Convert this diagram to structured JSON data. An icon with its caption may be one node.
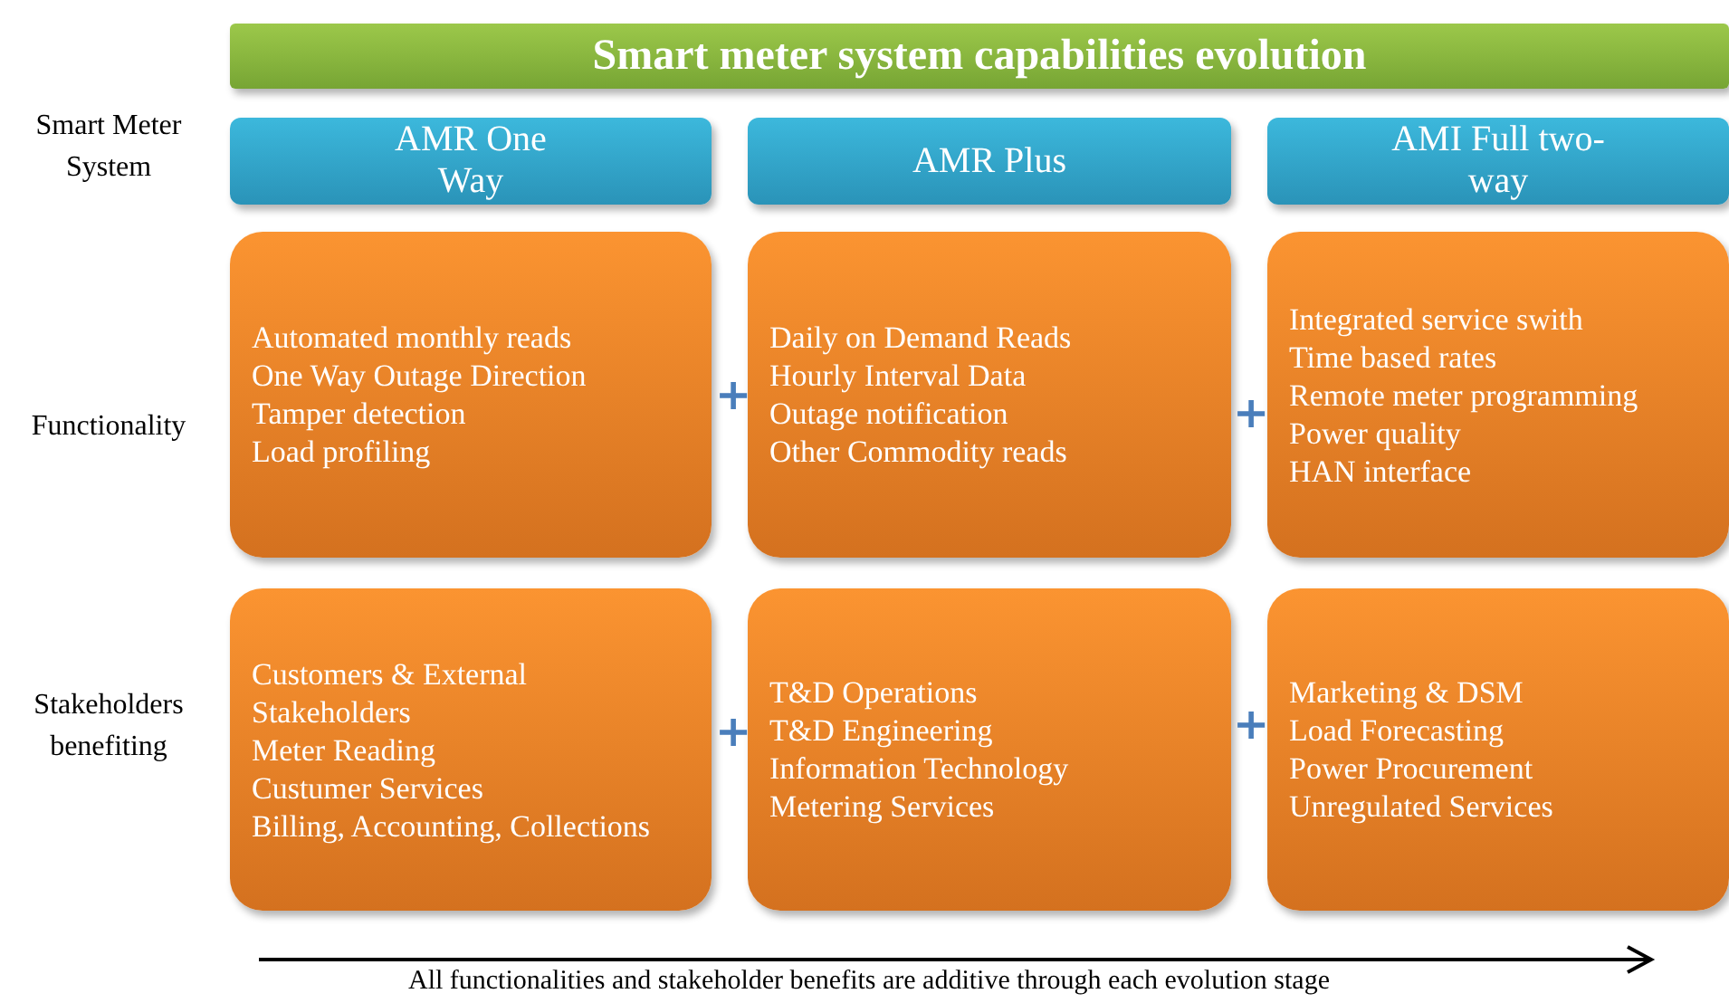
{
  "diagram": {
    "caption": "All functionalities and stakeholder benefits are additive through each evolution stage",
    "nodes": [
      {
        "text": [
          "Smart meter system capabilities evolution"
        ]
      },
      {
        "text": [
          "AMR One Way"
        ]
      },
      {
        "text": [
          "AMR Plus"
        ]
      },
      {
        "text": [
          "AMI Full two-way"
        ]
      },
      {
        "text": [
          "Automated monthly reads",
          "One Way Outage Direction",
          "Tamper detection",
          "Load profiling"
        ]
      },
      {
        "text": [
          "Daily on Demand Reads",
          "Hourly Interval Data",
          "Outage notification",
          "Other Commodity reads"
        ]
      },
      {
        "text": [
          "Integrated service swith",
          "Time based rates",
          "Remote meter programming",
          "Power quality",
          "HAN interface"
        ]
      },
      {
        "text": [
          "Customers & External Stakeholders",
          "Meter Reading",
          "Custumer Services",
          "Billing, Accounting, Collections"
        ]
      },
      {
        "text": [
          "T&D Operations",
          "T&D Engineering",
          "Information Technology",
          "Metering Services"
        ]
      },
      {
        "text": [
          "Marketing & DSM",
          "Load Forecasting",
          "Power Procurement",
          "Unregulated Services"
        ]
      }
    ],
    "edges": [],
    "labels": [
      "Smart Meter System",
      "Functionality",
      "+",
      "+",
      "Stakeholders benefiting",
      "+",
      "+"
    ]
  }
}
